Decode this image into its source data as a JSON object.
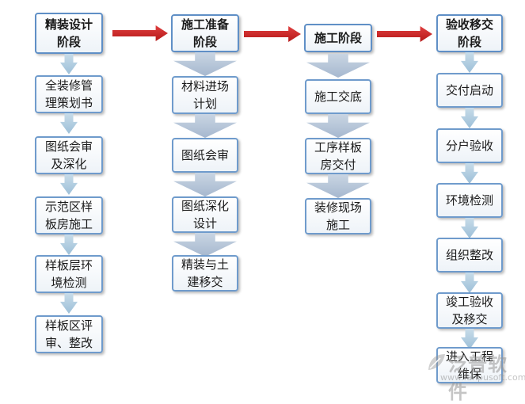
{
  "columns": [
    {
      "header": "精装设计\n阶段",
      "steps": [
        "全装修管\n理策划书",
        "图纸会审\n及深化",
        "示范区样\n板房施工",
        "样板层环\n境检测",
        "样板区评\n审、整改"
      ]
    },
    {
      "header": "施工准备\n阶段",
      "steps": [
        "材料进场\n计划",
        "图纸会审",
        "图纸深化\n设计",
        "精装与土\n建移交"
      ]
    },
    {
      "header": "施工阶段",
      "steps": [
        "施工交底",
        "工序样板\n房交付",
        "装修现场\n施工"
      ]
    },
    {
      "header": "验收移交\n阶段",
      "steps": [
        "交付启动",
        "分户验收",
        "环境检测",
        "组织整改",
        "竣工验收\n及移交",
        "进入工程\n维保"
      ]
    }
  ],
  "watermark": {
    "name": "泛普软件",
    "url": "www.fanpusoft.com"
  },
  "colors": {
    "border": "#6f9bcc",
    "flow_arrow": "#c62828",
    "down_arrow": "#a9c8dd"
  }
}
